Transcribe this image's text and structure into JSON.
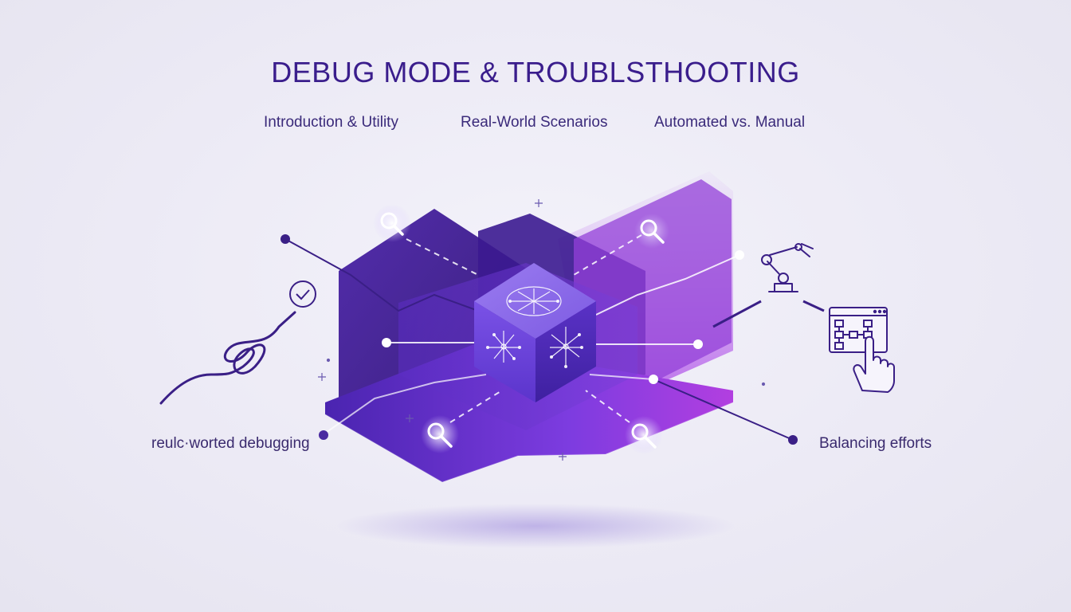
{
  "title": "DEBUG MODE & TROUBLSTHOOTING",
  "subtitles": [
    "Introduction & Utility",
    "Real-World Scenarios",
    "Automated vs. Manual"
  ],
  "labels": {
    "left": "reulc·worted debugging",
    "right": "Balancing efforts"
  },
  "colors": {
    "title": "#3a1d8c",
    "deep_purple": "#3f1f9e",
    "violet": "#6a34d6",
    "magenta": "#a83ae0",
    "line": "#3a1f86"
  },
  "icons": [
    "magnifier-icon",
    "check-circle-icon",
    "tangled-path-icon",
    "robot-arm-icon",
    "flowchart-window-icon",
    "pointer-hand-icon",
    "circuit-cube-icon"
  ]
}
